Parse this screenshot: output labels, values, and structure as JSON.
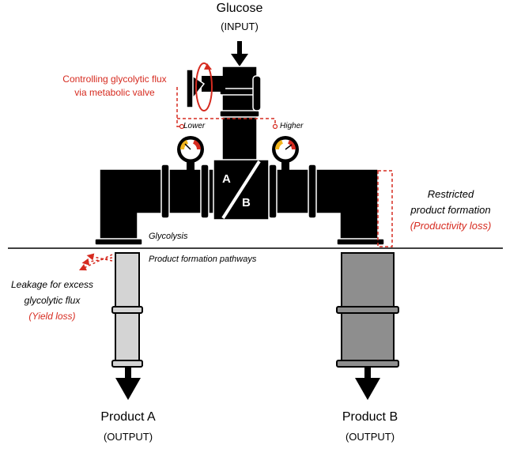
{
  "colors": {
    "accent_red": "#d62b20",
    "pipe": "#000000",
    "pipe_a": "#d4d4d4",
    "pipe_b": "#8e8e8e"
  },
  "input": {
    "title": "Glucose",
    "subtitle": "(INPUT)"
  },
  "valve": {
    "line1": "Controlling glycolytic flux",
    "line2": "via metabolic valve",
    "lower": "Lower",
    "higher": "Higher"
  },
  "junction": {
    "a": "A",
    "b": "B"
  },
  "restricted": {
    "line1": "Restricted",
    "line2": "product formation",
    "line3": "(Productivity loss)"
  },
  "glycolysis": "Glycolysis",
  "pathways": "Product formation pathways",
  "leakage": {
    "line1": "Leakage for excess",
    "line2": "glycolytic flux",
    "line3": "(Yield loss)"
  },
  "product_a": {
    "title": "Product A",
    "subtitle": "(OUTPUT)"
  },
  "product_b": {
    "title": "Product B",
    "subtitle": "(OUTPUT)"
  },
  "icons": [
    "pressure-gauge-icon",
    "valve-handwheel-icon",
    "arrow-down-icon",
    "dashed-flow-lines-icon"
  ]
}
